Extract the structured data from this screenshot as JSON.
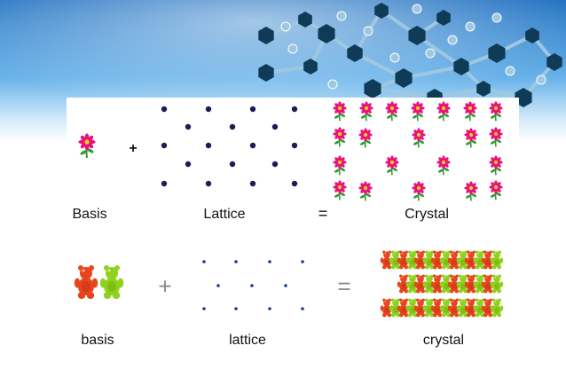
{
  "row1": {
    "basis_label": "Basis",
    "lattice_label": "Lattice",
    "crystal_label": "Crystal",
    "plus_symbol": "+",
    "equals_symbol": "="
  },
  "row2": {
    "basis_label": "basis",
    "lattice_label": "lattice",
    "crystal_label": "crystal",
    "plus_symbol": "+",
    "equals_symbol": "="
  },
  "colors": {
    "banner_top": "#1e6fc0",
    "banner_mid": "#69b3ea",
    "molecule_dark": "#0f3b57",
    "molecule_light": "#9fc8e0",
    "flower_petal": "#e8127d",
    "flower_center": "#f3d21a",
    "flower_stem": "#2e9c2e",
    "lattice_dot_row1": "#1b1b58",
    "lattice_dot_row2": "#1c3a9e",
    "bear_red": "#e8441d",
    "bear_green": "#8ed21c"
  },
  "icons": [
    "flower-icon",
    "gummy-bear-icon",
    "molecule-icon"
  ]
}
